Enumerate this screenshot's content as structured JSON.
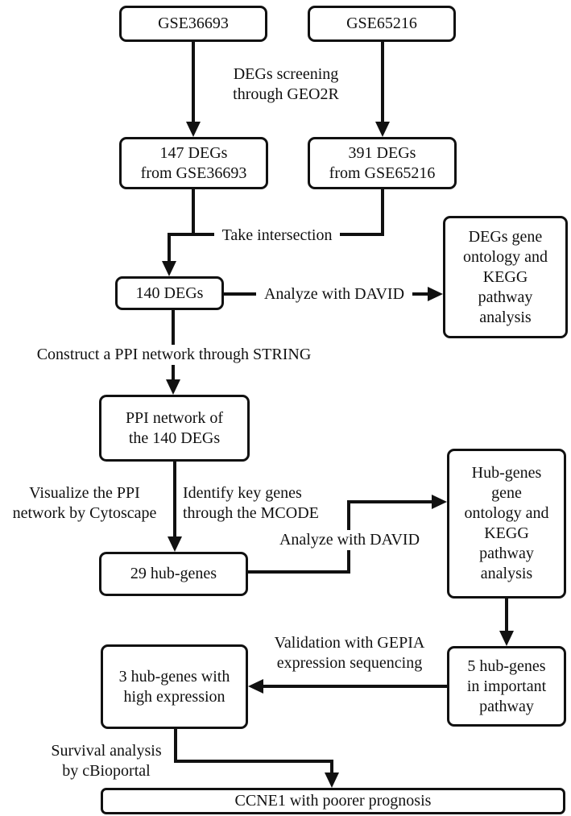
{
  "nodes": {
    "gse36693": {
      "lines": [
        "GSE36693"
      ]
    },
    "gse65216": {
      "lines": [
        "GSE65216"
      ]
    },
    "degs147": {
      "lines": [
        "147 DEGs",
        "from GSE36693"
      ]
    },
    "degs391": {
      "lines": [
        "391 DEGs",
        "from GSE65216"
      ]
    },
    "degs140": {
      "lines": [
        "140 DEGs"
      ]
    },
    "degs_go": {
      "lines": [
        "DEGs gene",
        "ontology and",
        "KEGG",
        "pathway",
        "analysis"
      ]
    },
    "ppi": {
      "lines": [
        "PPI network of",
        "the 140 DEGs"
      ]
    },
    "hub29": {
      "lines": [
        "29 hub-genes"
      ]
    },
    "hub_go": {
      "lines": [
        "Hub-genes",
        "gene",
        "ontology and",
        "KEGG",
        "pathway",
        "analysis"
      ]
    },
    "hub5": {
      "lines": [
        "5 hub-genes",
        "in important",
        "pathway"
      ]
    },
    "hub3": {
      "lines": [
        "3 hub-genes with",
        "high expression"
      ]
    },
    "ccne1": {
      "lines": [
        "CCNE1 with poorer prognosis"
      ]
    }
  },
  "edge_labels": {
    "screening": {
      "lines": [
        "DEGs screening",
        "through GEO2R"
      ]
    },
    "intersection": {
      "lines": [
        "Take intersection"
      ]
    },
    "david1": {
      "lines": [
        "Analyze with DAVID"
      ]
    },
    "string": {
      "lines": [
        "Construct a PPI network through STRING"
      ]
    },
    "cytoscape": {
      "lines": [
        "Visualize the PPI",
        "network by Cytoscape"
      ]
    },
    "mcode": {
      "lines": [
        "Identify key genes",
        "through the MCODE"
      ]
    },
    "david2": {
      "lines": [
        "Analyze with DAVID"
      ]
    },
    "gepia": {
      "lines": [
        "Validation with GEPIA",
        "expression sequencing"
      ]
    },
    "cbioportal": {
      "lines": [
        "Survival analysis",
        "by cBioportal"
      ]
    }
  },
  "edges": [
    {
      "from": "GSE36693",
      "to": "147 DEGs from GSE36693",
      "label": "DEGs screening through GEO2R"
    },
    {
      "from": "GSE65216",
      "to": "391 DEGs from GSE65216",
      "label": "DEGs screening through GEO2R"
    },
    {
      "from": "147 DEGs from GSE36693 + 391 DEGs from GSE65216",
      "to": "140 DEGs",
      "label": "Take intersection"
    },
    {
      "from": "140 DEGs",
      "to": "DEGs gene ontology and KEGG pathway analysis",
      "label": "Analyze with DAVID"
    },
    {
      "from": "140 DEGs",
      "to": "PPI network of the 140 DEGs",
      "label": "Construct a PPI network through STRING"
    },
    {
      "from": "PPI network of the 140 DEGs",
      "to": "29 hub-genes",
      "label": "Visualize the PPI network by Cytoscape / Identify key genes through the MCODE"
    },
    {
      "from": "29 hub-genes",
      "to": "Hub-genes gene ontology and KEGG pathway analysis",
      "label": "Analyze with DAVID"
    },
    {
      "from": "Hub-genes gene ontology and KEGG pathway analysis",
      "to": "5 hub-genes in important pathway",
      "label": ""
    },
    {
      "from": "5 hub-genes in important pathway",
      "to": "3 hub-genes with high expression",
      "label": "Validation with GEPIA expression sequencing"
    },
    {
      "from": "3 hub-genes with high expression",
      "to": "CCNE1 with poorer prognosis",
      "label": "Survival analysis by cBioportal"
    }
  ],
  "colors": {
    "line": "#111111",
    "box_border": "#111111",
    "box_fill": "#ffffff",
    "text": "#111111",
    "background": "#ffffff"
  }
}
